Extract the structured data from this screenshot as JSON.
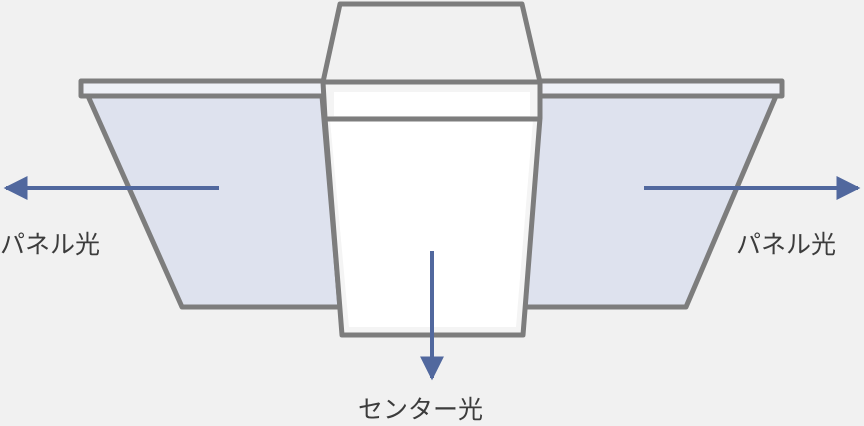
{
  "labels": {
    "left_panel_light": "パネル光",
    "right_panel_light": "パネル光",
    "center_light": "センター光"
  },
  "colors": {
    "background": "#f1f1f1",
    "panel_fill": "#dee2ee",
    "outline": "#7d7d7d",
    "center_fill": "#ffffff",
    "arrow": "#51689e",
    "text": "#3c3c3c"
  }
}
